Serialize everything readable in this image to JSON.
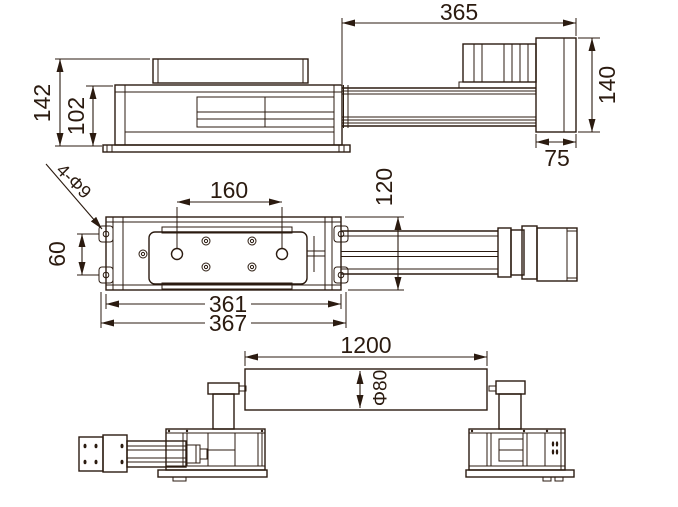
{
  "palette": {
    "background": "#ffffff",
    "ink": "#2b1b10"
  },
  "dimensions": {
    "side": {
      "overall_height": "142",
      "body_height": "102",
      "drive_length": "365",
      "end_height": "140",
      "end_width": "75"
    },
    "plan": {
      "hole_callout": "4-Φ9",
      "hole_spacing": "160",
      "hole_pitch": "60",
      "body_width": "120",
      "body_length": "361",
      "overall_length": "367"
    },
    "application": {
      "roller_length": "1200",
      "roller_diameter": "Φ80"
    }
  }
}
